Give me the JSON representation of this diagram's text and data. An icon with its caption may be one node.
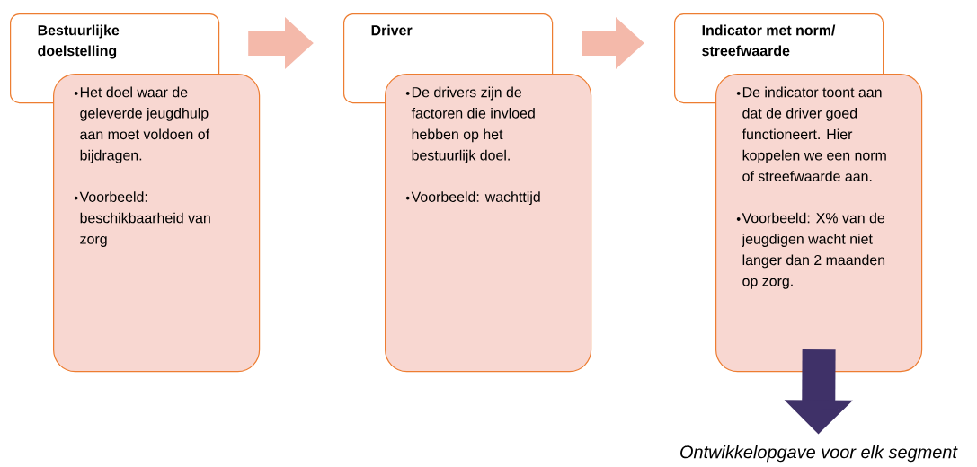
{
  "diagram": {
    "nodes": [
      {
        "text": [
          "Bestuurlijke doelstelling"
        ]
      },
      {
        "text": [
          "Het doel waar de geleverde jeugdhulp aan moet voldoen of bijdragen.",
          "Voorbeeld: beschikbaarheid van zorg"
        ]
      },
      {
        "text": [
          "Driver"
        ]
      },
      {
        "text": [
          "De drivers zijn de factoren die invloed hebben op het bestuurlijk doel.",
          "Voorbeeld: wachttijd"
        ]
      },
      {
        "text": [
          "Indicator met norm/ streefwaarde"
        ]
      },
      {
        "text": [
          "De indicator toont aan dat de driver goed functioneert. Hier koppelen we een norm of streefwaarde aan.",
          "Voorbeeld: X% van de jeugdigen wacht niet langer dan 2 maanden op zorg."
        ]
      },
      {
        "text": [
          "Ontwikkelopgave voor elk segment"
        ]
      }
    ],
    "edges": [
      {
        "from": 0,
        "to": 2,
        "arrow": "to"
      },
      {
        "from": 2,
        "to": 4,
        "arrow": "to"
      },
      {
        "from": 5,
        "to": 6,
        "arrow": "to",
        "color": "#3f3168"
      }
    ]
  }
}
